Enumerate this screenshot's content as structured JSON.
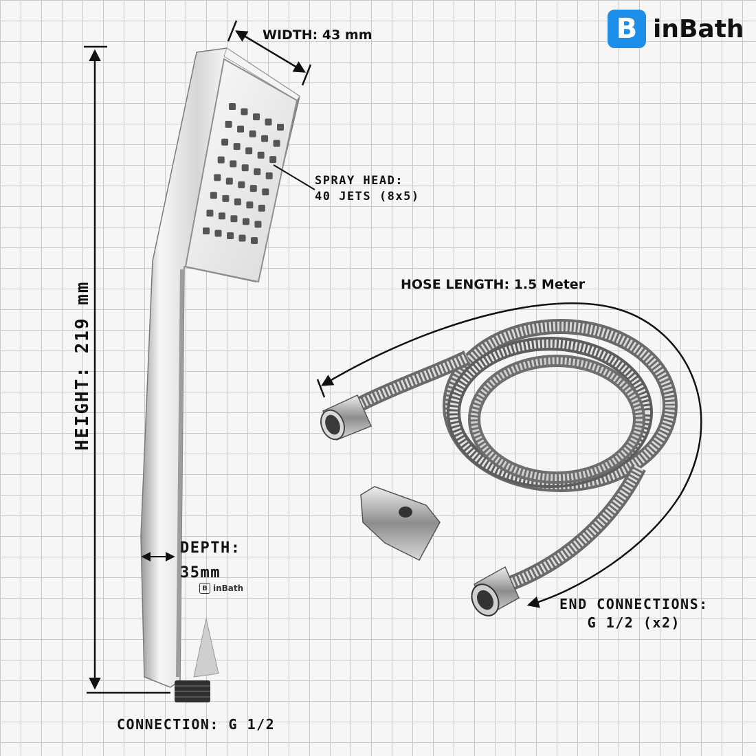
{
  "brand": {
    "logo_mark": "B",
    "name": "inBath",
    "small_name": "inBath"
  },
  "annotations": {
    "width": "WIDTH: 43 mm",
    "height": "HEIGHT: 219 mm",
    "spray_head_line1": "SPRAY HEAD:",
    "spray_head_line2": "40 JETS (8x5)",
    "depth_line1": "DEPTH:",
    "depth_line2": "35mm",
    "connection": "CONNECTION: G 1/2",
    "hose_length": "HOSE LENGTH: 1.5 Meter",
    "end_connections_line1": "END CONNECTIONS:",
    "end_connections_line2": "G 1/2 (x2)"
  },
  "spray_head": {
    "rows": 8,
    "cols": 5
  },
  "colors": {
    "grid_line": "#c9c9c9",
    "background": "#f6f6f6",
    "brand_blue": "#1e8fe8",
    "chrome_light": "#f2f2f2",
    "chrome_dark": "#8a8a8a",
    "nozzle": "#555555"
  },
  "icons": [
    "logo-mark-icon"
  ]
}
